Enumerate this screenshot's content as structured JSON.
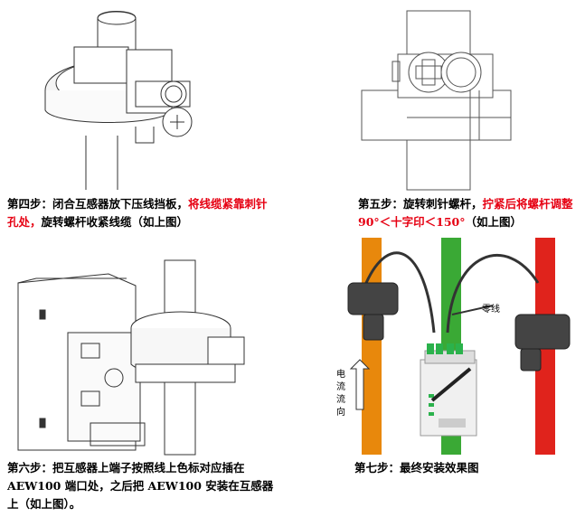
{
  "steps": [
    {
      "caption_parts": [
        {
          "text": "第四步：闭合互感器放下压线挡板，",
          "red": false
        },
        {
          "text": "将线缆紧靠刺针孔处，",
          "red": true
        },
        {
          "text": "旋转螺杆收紧线缆（如上图）",
          "red": false
        }
      ]
    },
    {
      "caption_parts": [
        {
          "text": "第五步：旋转刺针螺杆，",
          "red": false
        },
        {
          "text": "拧紧后将螺杆调整 90°＜十字印＜150°",
          "red": true
        },
        {
          "text": "（如上图）",
          "red": false
        }
      ]
    },
    {
      "caption_parts": [
        {
          "text": "第六步：把互感器上端子按照线上色标对应插在 AEW100 端口处，之后把 AEW100 安装在互感器上（如上图）。",
          "red": false
        }
      ]
    },
    {
      "caption_parts": [
        {
          "text": "第七步：最终安装效果图",
          "red": false
        }
      ]
    }
  ],
  "photo_labels": {
    "neutral": "零线",
    "current_direction": "电流流向"
  },
  "colors": {
    "highlight": "#e60012",
    "orange_bar": "#e8880c",
    "green_bar": "#3aa935",
    "red_bar": "#e0231c"
  }
}
